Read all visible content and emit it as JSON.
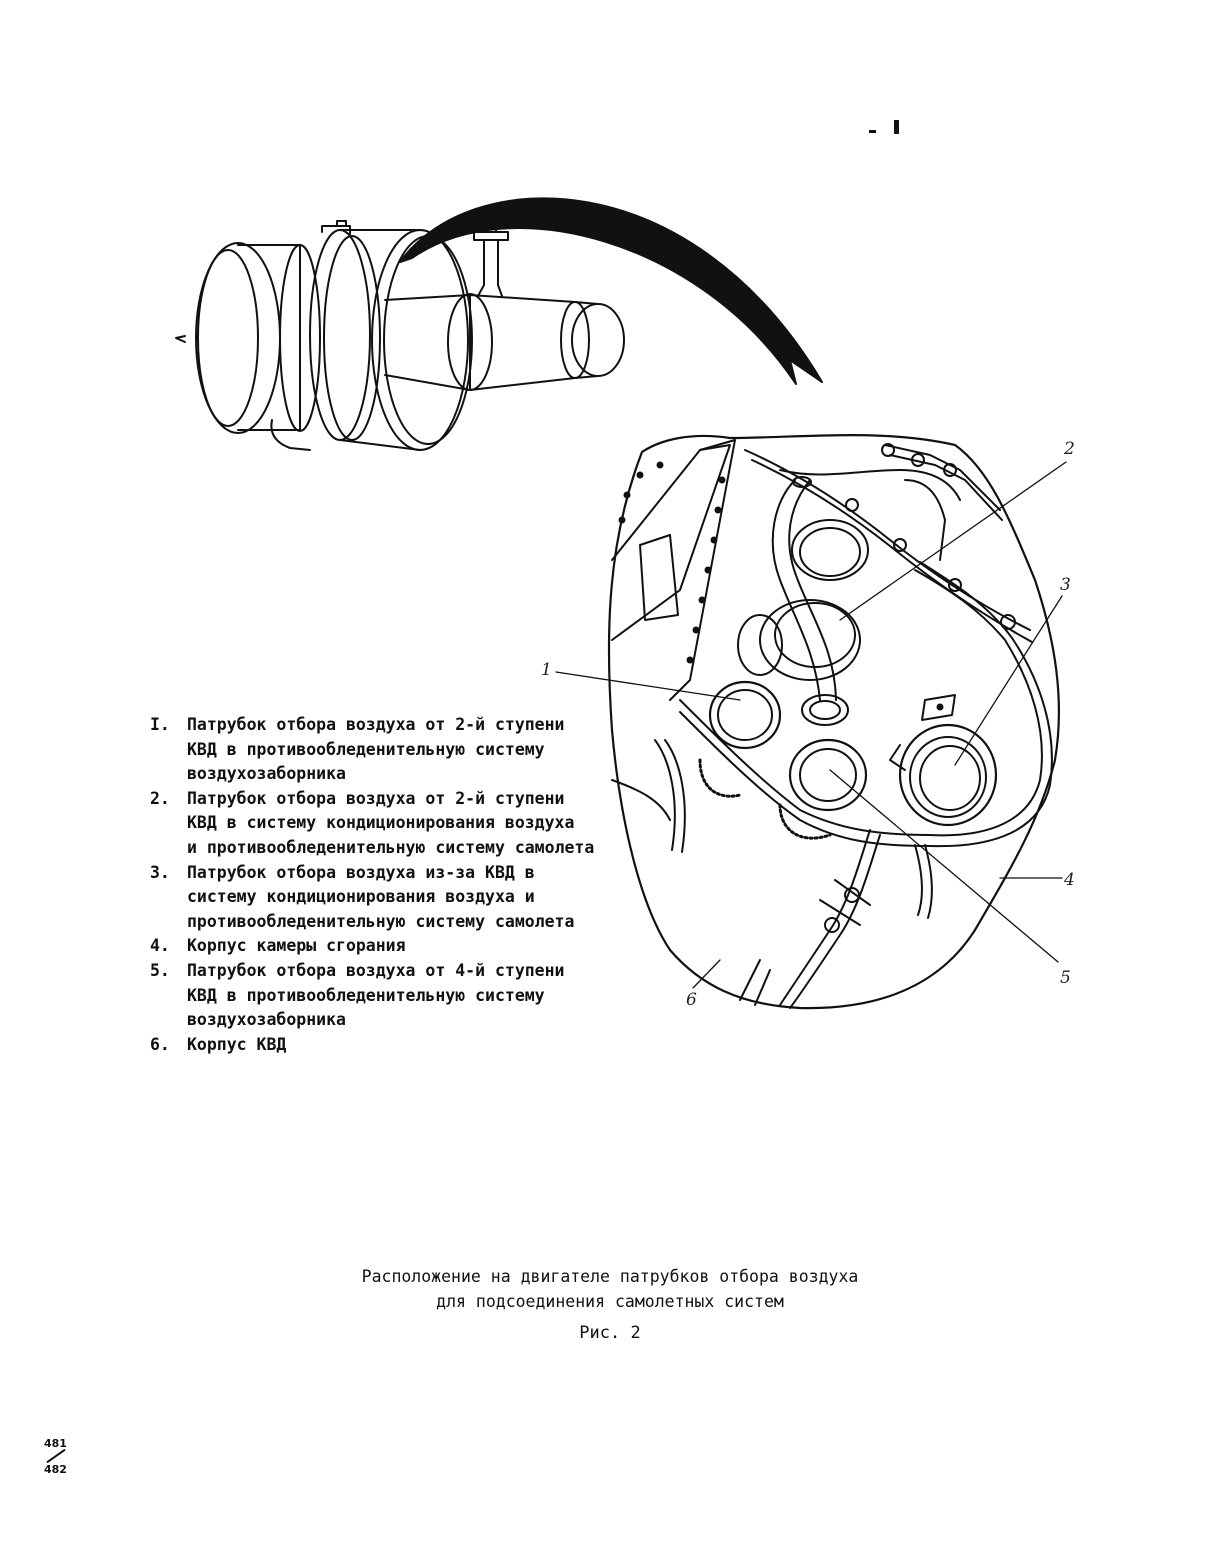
{
  "legend": [
    {
      "num": "I.",
      "lines": [
        "Патрубок отбора воздуха от 2-й ступени",
        "КВД в противообледенительную систему",
        "воздухозаборника"
      ]
    },
    {
      "num": "2.",
      "lines": [
        "Патрубок отбора воздуха от 2-й ступени",
        "КВД в систему кондиционирования воздуха",
        "и противообледенительную систему самолета"
      ]
    },
    {
      "num": "3.",
      "lines": [
        "Патрубок отбора воздуха из-за КВД в",
        "систему кондиционирования воздуха и",
        "противообледенительную систему самолета"
      ]
    },
    {
      "num": "4.",
      "lines": [
        "Корпус камеры сгорания"
      ]
    },
    {
      "num": "5.",
      "lines": [
        "Патрубок отбора воздуха от 4-й ступени",
        "КВД в противообледенительную систему",
        "воздухозаборника"
      ]
    },
    {
      "num": "6.",
      "lines": [
        "Корпус КВД"
      ]
    }
  ],
  "callouts": [
    "1",
    "2",
    "3",
    "4",
    "5",
    "6"
  ],
  "caption": {
    "line1": "Расположение на двигателе патрубков отбора воздуха",
    "line2": "для подсоединения самолетных систем",
    "figure": "Рис. 2"
  },
  "page_number": {
    "top": "481",
    "bottom": "482"
  }
}
